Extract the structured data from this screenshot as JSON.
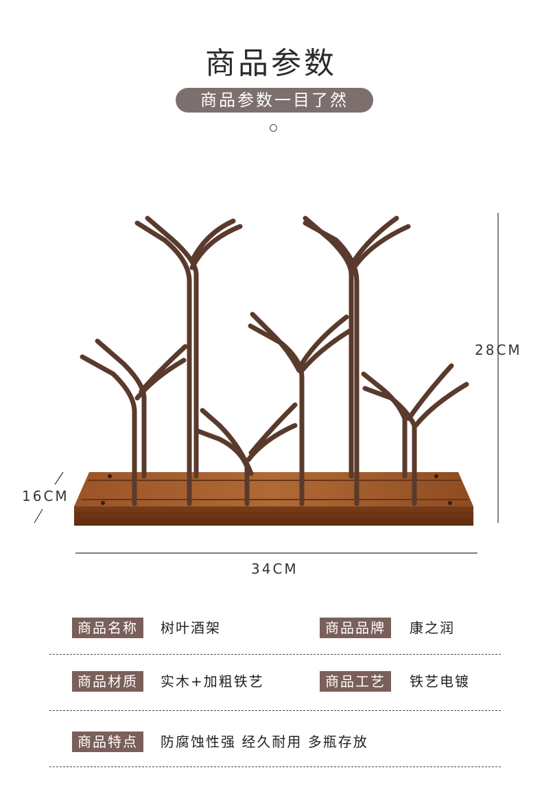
{
  "header": {
    "title": "商品参数",
    "subtitle": "商品参数一目了然"
  },
  "dimensions": {
    "height": "28CM",
    "depth": "16CM",
    "width": "34CM"
  },
  "specs": [
    [
      {
        "label": "商品名称",
        "value": "树叶酒架"
      },
      {
        "label": "商品品牌",
        "value": "康之润"
      }
    ],
    [
      {
        "label": "商品材质",
        "value": "实木+加粗铁艺"
      },
      {
        "label": "商品工艺",
        "value": "铁艺电镀"
      }
    ],
    [
      {
        "label": "商品特点",
        "value": "防腐蚀性强 经久耐用 多瓶存放"
      }
    ]
  ],
  "colors": {
    "pill": "#7c6f6e",
    "tag": "#7a5f5a",
    "wood": "#8b4a22",
    "metal": "#5a3a2c"
  }
}
